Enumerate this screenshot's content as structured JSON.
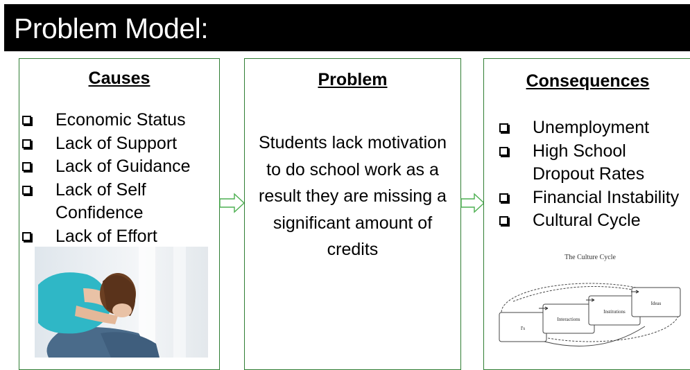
{
  "header": {
    "title": "Problem Model:"
  },
  "causes": {
    "heading": "Causes",
    "items": [
      "Economic Status",
      "Lack of Support",
      "Lack of Guidance",
      "Lack of Self Confidence",
      "Lack of Effort"
    ]
  },
  "problem": {
    "heading": "Problem",
    "text": "Students lack motivation to do school work as a result they are missing a significant amount of credits"
  },
  "consequences": {
    "heading": "Consequences",
    "items": [
      "Unemployment",
      "High School Dropout Rates",
      "Financial Instability",
      "Cultural Cycle"
    ]
  },
  "culture_cycle": {
    "title": "The Culture Cycle",
    "nodes": [
      "I's",
      "Interactions",
      "Institutions",
      "Ideas"
    ]
  },
  "colors": {
    "box_border": "#2e7d32",
    "arrow": "#4caf50",
    "header_bg": "#000000"
  },
  "icons": {
    "bullet": "checkbox-icon",
    "connector": "right-arrow-icon"
  }
}
